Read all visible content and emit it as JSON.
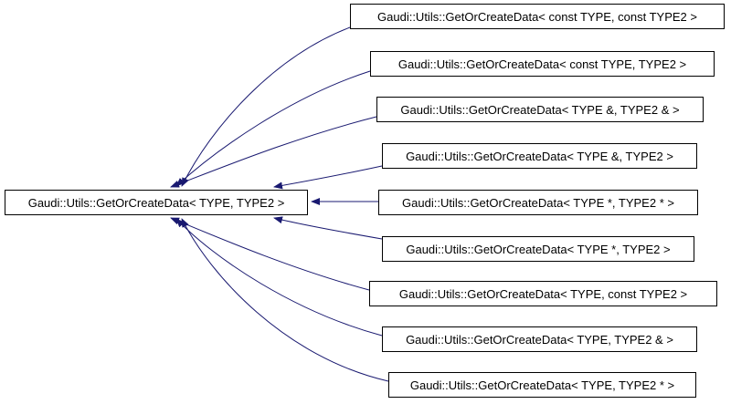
{
  "diagram": {
    "colors": {
      "arrow": "#191970",
      "node_border": "#000000",
      "node_fill": "#ffffff",
      "text": "#000000",
      "background": "#ffffff"
    },
    "base_node": {
      "label": "Gaudi::Utils::GetOrCreateData< TYPE, TYPE2 >"
    },
    "derived_nodes": [
      {
        "label": "Gaudi::Utils::GetOrCreateData< const TYPE, const TYPE2 >"
      },
      {
        "label": "Gaudi::Utils::GetOrCreateData< const TYPE, TYPE2 >"
      },
      {
        "label": "Gaudi::Utils::GetOrCreateData< TYPE &, TYPE2 & >"
      },
      {
        "label": "Gaudi::Utils::GetOrCreateData< TYPE &, TYPE2 >"
      },
      {
        "label": "Gaudi::Utils::GetOrCreateData< TYPE *, TYPE2 * >"
      },
      {
        "label": "Gaudi::Utils::GetOrCreateData< TYPE *, TYPE2 >"
      },
      {
        "label": "Gaudi::Utils::GetOrCreateData< TYPE, const TYPE2 >"
      },
      {
        "label": "Gaudi::Utils::GetOrCreateData< TYPE, TYPE2 & >"
      },
      {
        "label": "Gaudi::Utils::GetOrCreateData< TYPE, TYPE2 * >"
      }
    ]
  }
}
